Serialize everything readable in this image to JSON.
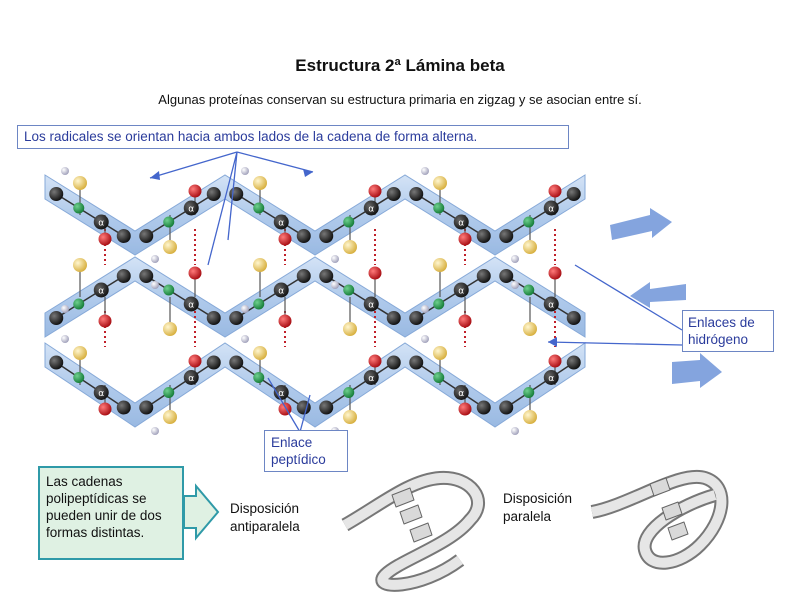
{
  "title": "Estructura 2ª Lámina beta",
  "subtitle": "Algunas proteínas conservan su estructura primaria en zigzag y se asocian entre sí.",
  "labels": {
    "radicales": "Los radicales se orientan hacia ambos lados de la cadena de forma alterna.",
    "enlaces_hidrogeno_1": "Enlaces de",
    "enlaces_hidrogeno_2": "hidrógeno",
    "enlace_peptidico_1": "Enlace",
    "enlace_peptidico_2": "peptídico"
  },
  "callout": {
    "lines": [
      "Las cadenas",
      "polipeptídicas se",
      "pueden unir de dos",
      "formas distintas."
    ]
  },
  "arrangements": {
    "antiparallel_1": "Disposición",
    "antiparallel_2": "antiparalela",
    "parallel_1": "Disposición",
    "parallel_2": "paralela"
  },
  "atom_label": "α",
  "colors": {
    "ribbon": "#a9c6ea",
    "ribbon_edge": "#7aa0d4",
    "carbon": "#1a1a1a",
    "nitrogen": "#1f9a4a",
    "oxygen": "#d0131b",
    "hydrogen": "#c9c9dc",
    "radical": "#f2d37a",
    "label_border": "#6d86c4",
    "label_text": "#2b3c9c",
    "callout_fill": "#dff1e3",
    "callout_border": "#2f9aa8",
    "arrow": "#6f94d8"
  }
}
